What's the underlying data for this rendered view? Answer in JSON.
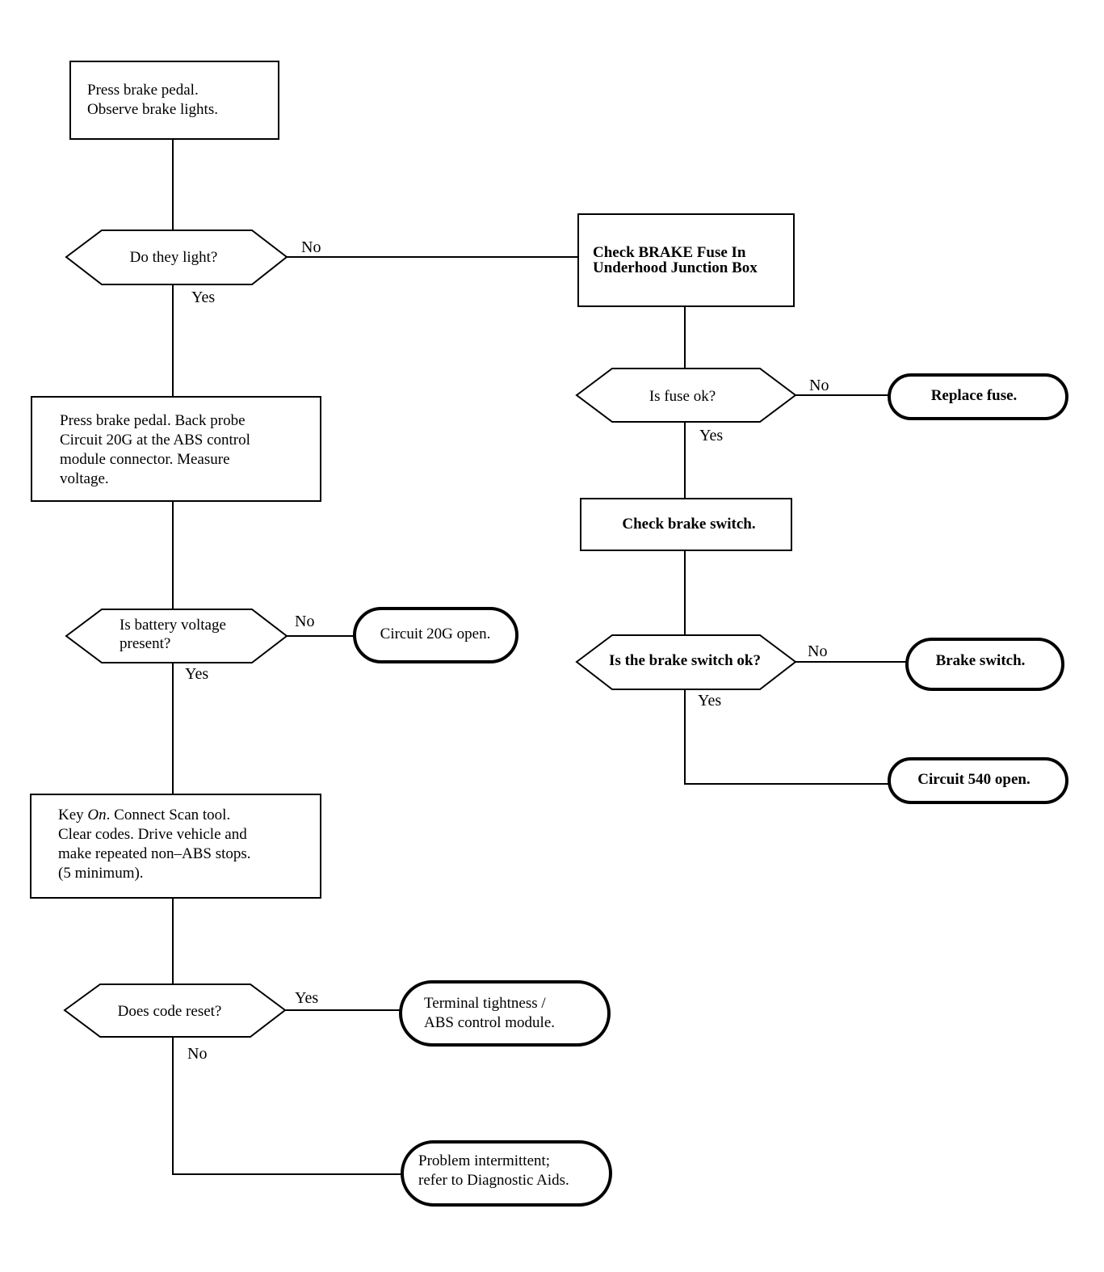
{
  "nodes": {
    "start": [
      "Press brake pedal.",
      "Observe brake lights."
    ],
    "q_light": [
      "Do they light?"
    ],
    "check_fuse": [
      "Check BRAKE Fuse In",
      "Underhood Junction Box"
    ],
    "q_fuse": [
      "Is fuse ok?"
    ],
    "replace_fuse": [
      "Replace fuse."
    ],
    "check_switch": [
      "Check brake switch."
    ],
    "q_switch": [
      "Is the brake switch ok?"
    ],
    "brake_switch": [
      "Brake switch."
    ],
    "circuit_540": [
      "Circuit 540 open."
    ],
    "probe": [
      "Press brake pedal. Back probe",
      "Circuit 20G at the ABS control",
      "module connector. Measure",
      "voltage."
    ],
    "q_voltage": [
      "Is battery voltage",
      "present?"
    ],
    "circuit_20g": [
      "Circuit 20G open."
    ],
    "key_on": [
      "Key |On|. Connect Scan tool.",
      "Clear codes. Drive vehicle and",
      "make repeated non–ABS stops.",
      "(5 minimum)."
    ],
    "q_code": [
      "Does code reset?"
    ],
    "terminal": [
      "Terminal tightness /",
      "ABS control module."
    ],
    "intermittent": [
      "Problem intermittent;",
      "refer to Diagnostic Aids."
    ]
  },
  "edges": {
    "light_no": "No",
    "light_yes": "Yes",
    "fuse_no": "No",
    "fuse_yes": "Yes",
    "switch_no": "No",
    "switch_yes": "Yes",
    "voltage_no": "No",
    "voltage_yes": "Yes",
    "code_yes": "Yes",
    "code_no": "No"
  }
}
